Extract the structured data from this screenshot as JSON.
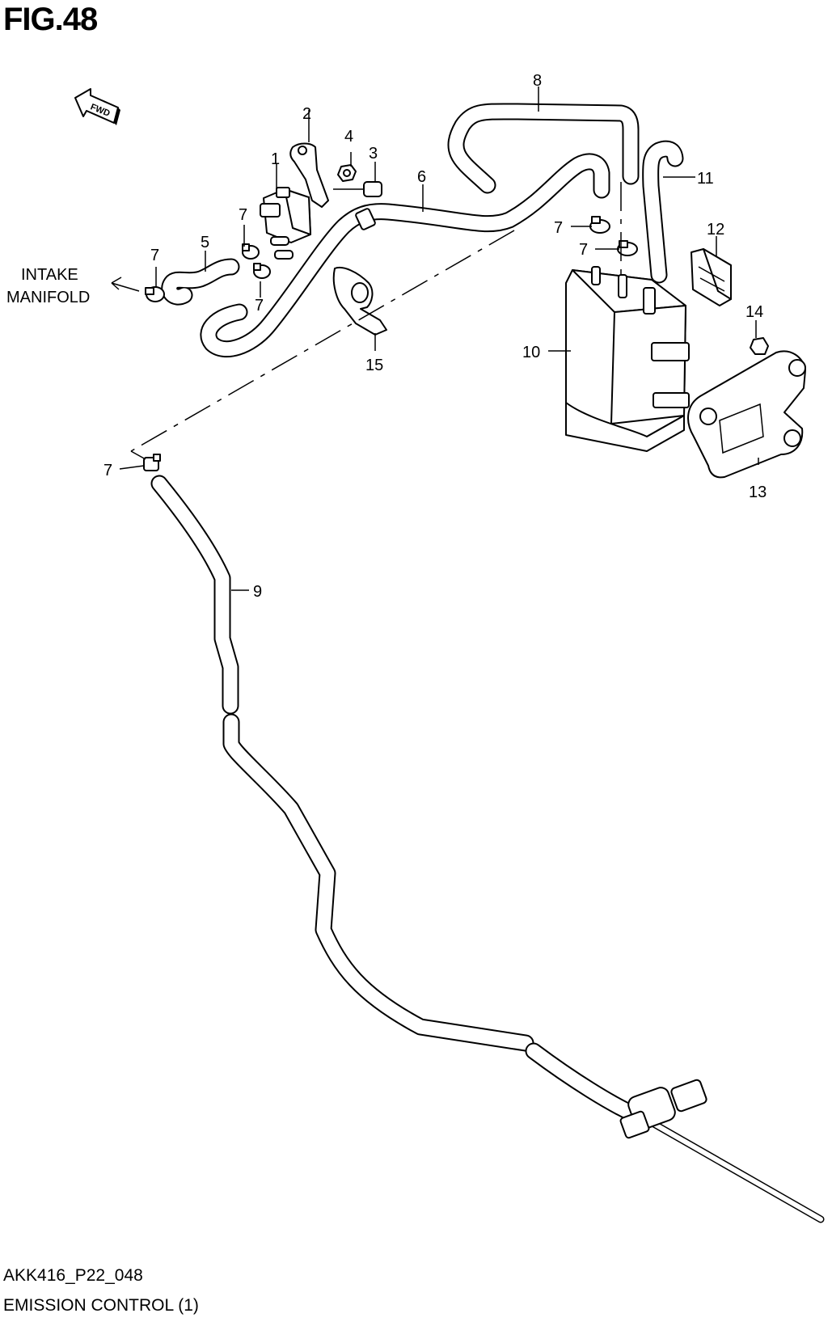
{
  "figure": {
    "title": "FIG.48"
  },
  "direction_arrow": {
    "label": "FWD"
  },
  "note": {
    "line1": "INTAKE",
    "line2": "MANIFOLD"
  },
  "callouts": {
    "c1": "1",
    "c2": "2",
    "c3": "3",
    "c4": "4",
    "c5": "5",
    "c6": "6",
    "c7a": "7",
    "c7b": "7",
    "c7c": "7",
    "c7d": "7",
    "c7e": "7",
    "c7f": "7",
    "c8": "8",
    "c9": "9",
    "c10": "10",
    "c11": "11",
    "c12": "12",
    "c13": "13",
    "c14": "14",
    "c15": "15"
  },
  "footer": {
    "code": "AKK416_P22_048",
    "caption": "EMISSION CONTROL (1)"
  }
}
